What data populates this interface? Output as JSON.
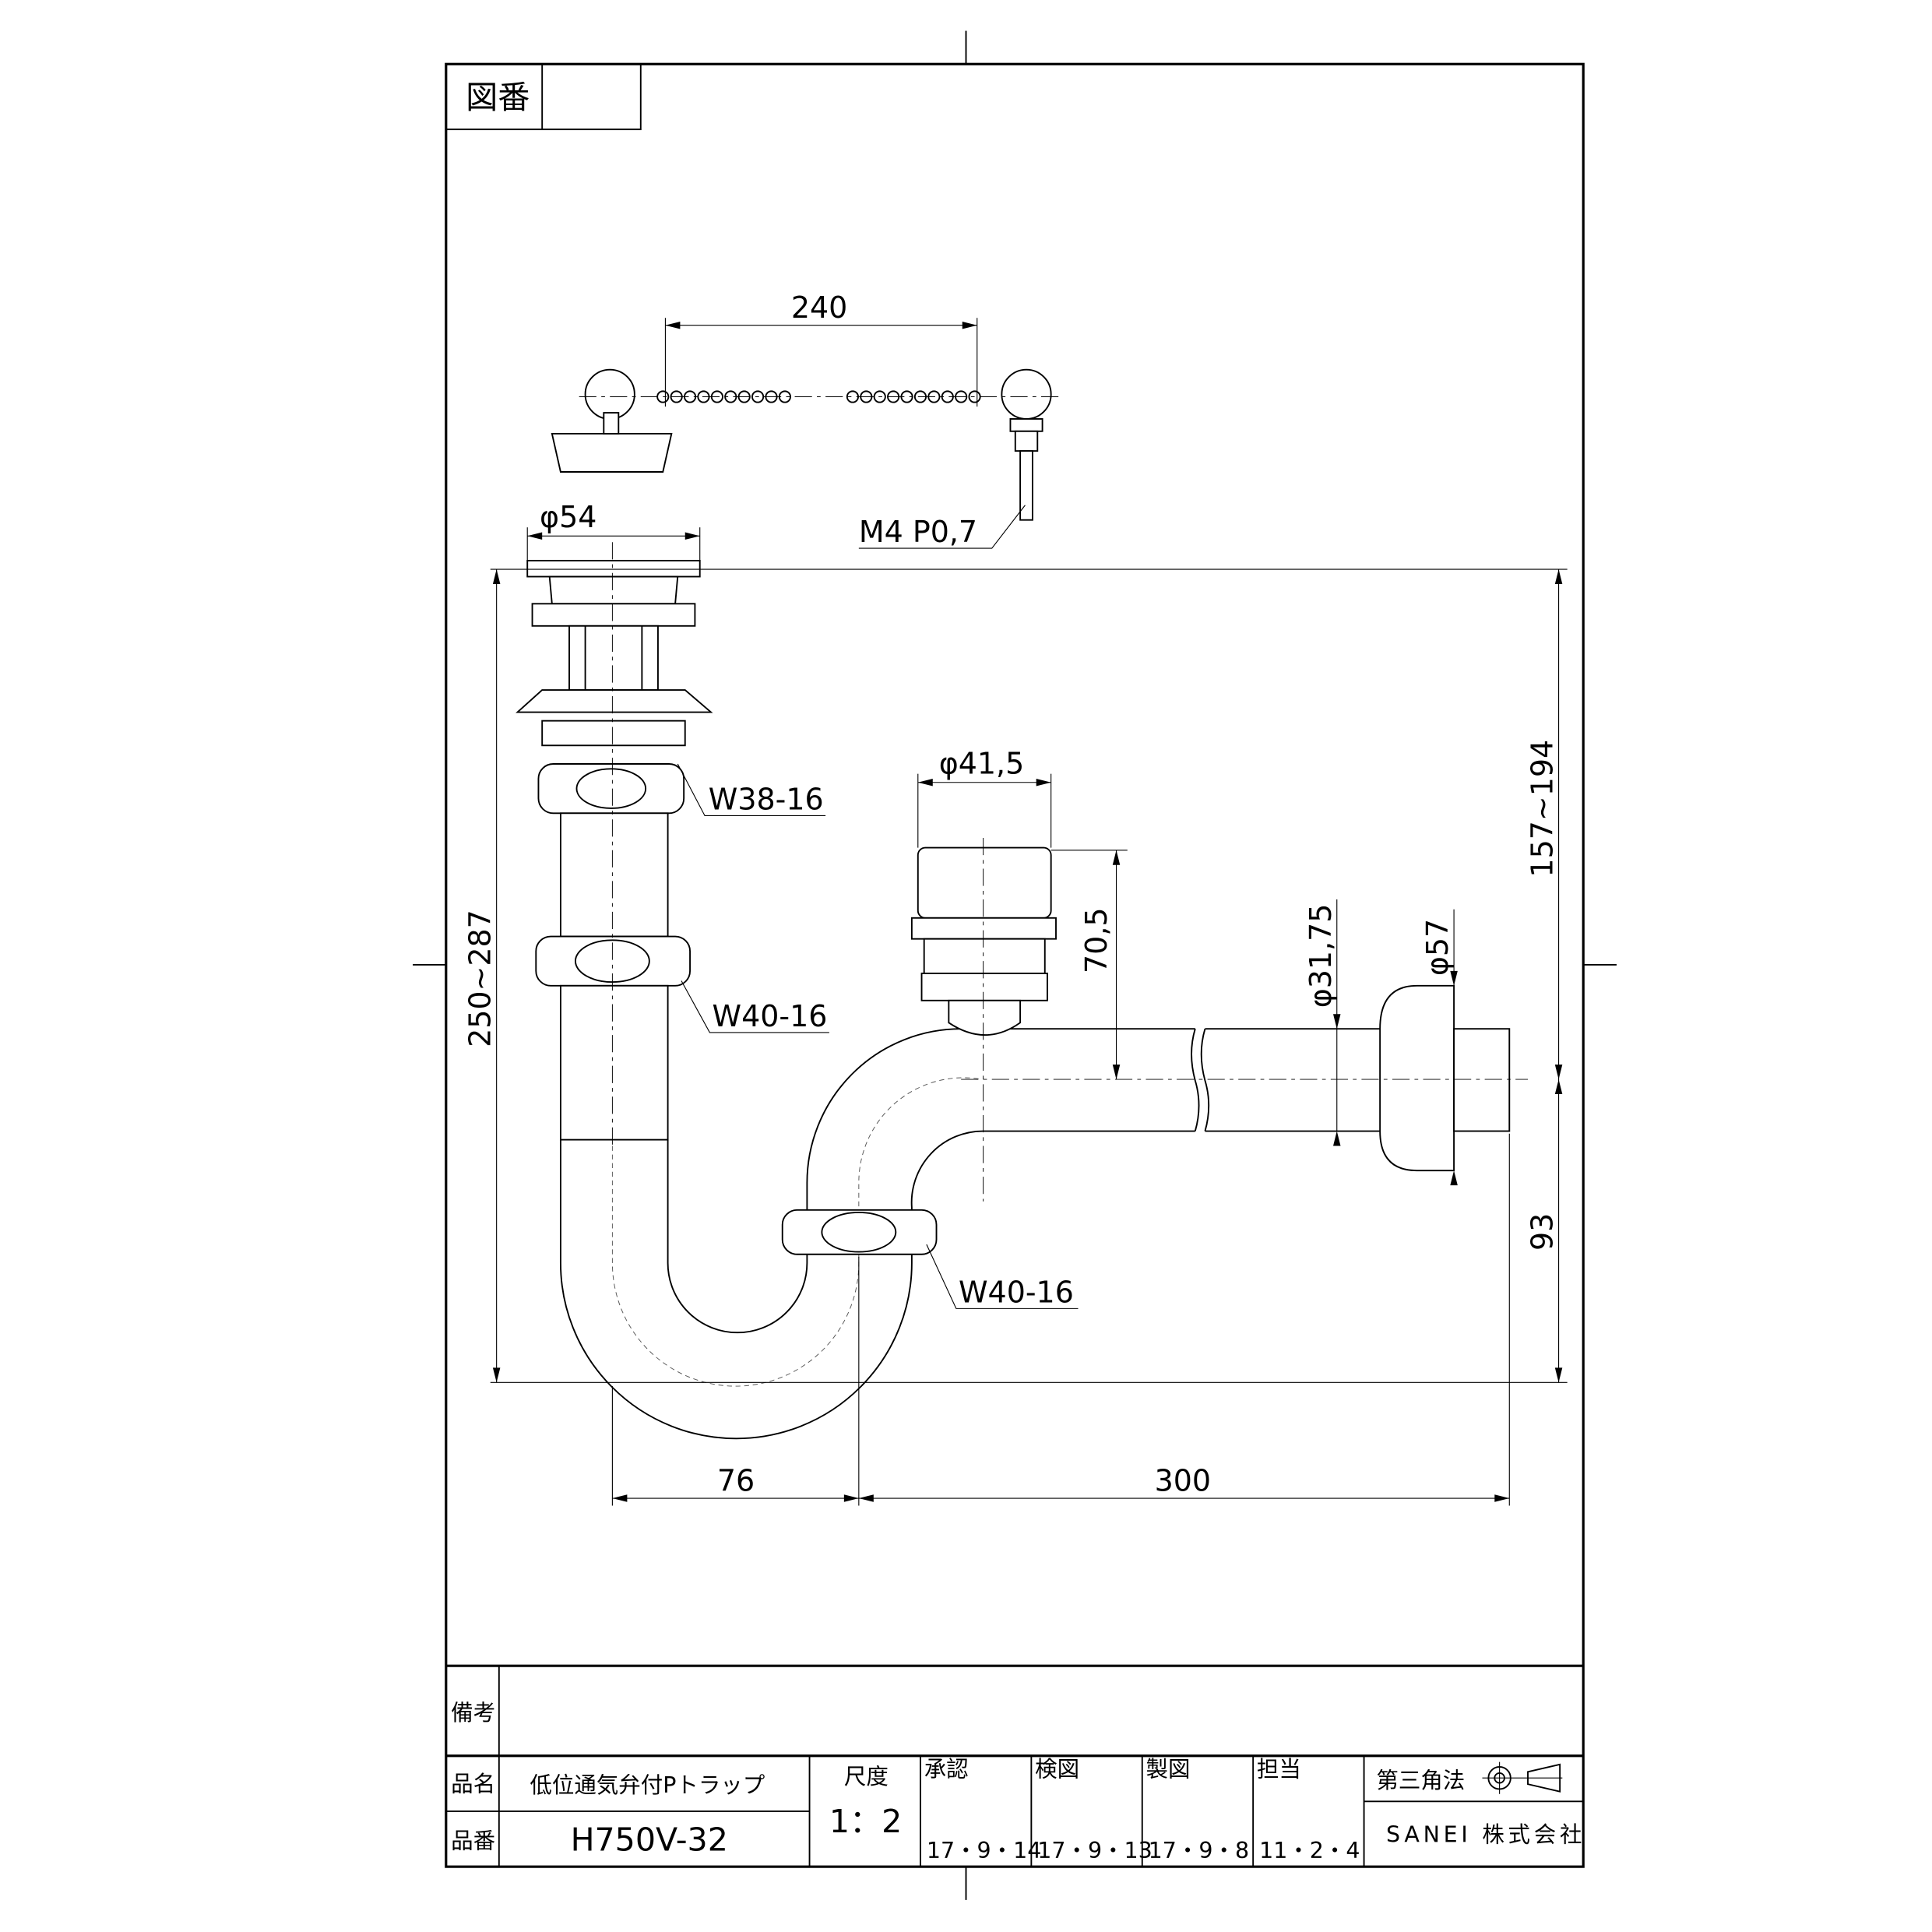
{
  "drawing_number_label": "図番",
  "drawing_number_value": "",
  "dimensions": {
    "chain_length": "240",
    "screw": "M4 P0,7",
    "flange_dia": "φ54",
    "nut_1": "W38-16",
    "nut_2": "W40-16",
    "nut_3": "W40-16",
    "vent_dia": "φ41,5",
    "vent_height": "70,5",
    "pipe_dia": "φ31,75",
    "wall_flange_dia": "φ57",
    "total_height": "250~287",
    "outlet_height": "157~194",
    "trap_height": "93",
    "trap_width": "76",
    "outlet_length": "300"
  },
  "title_block": {
    "remarks_label": "備考",
    "remarks_value": "",
    "name_label": "品名",
    "name_value": "低位通気弁付Pトラップ",
    "number_label": "品番",
    "number_value": "H750V-32",
    "scale_label": "尺度",
    "scale_value": "1：2",
    "approved_label": "承認",
    "approved_date": "17・9・14",
    "checked_label": "検図",
    "checked_date": "17・9・13",
    "drawn_label": "製図",
    "drawn_date": "17・9・8",
    "charge_label": "担当",
    "charge_date": "11・2・4",
    "projection_label": "第三角法",
    "company": "SANEI 株式会社"
  }
}
